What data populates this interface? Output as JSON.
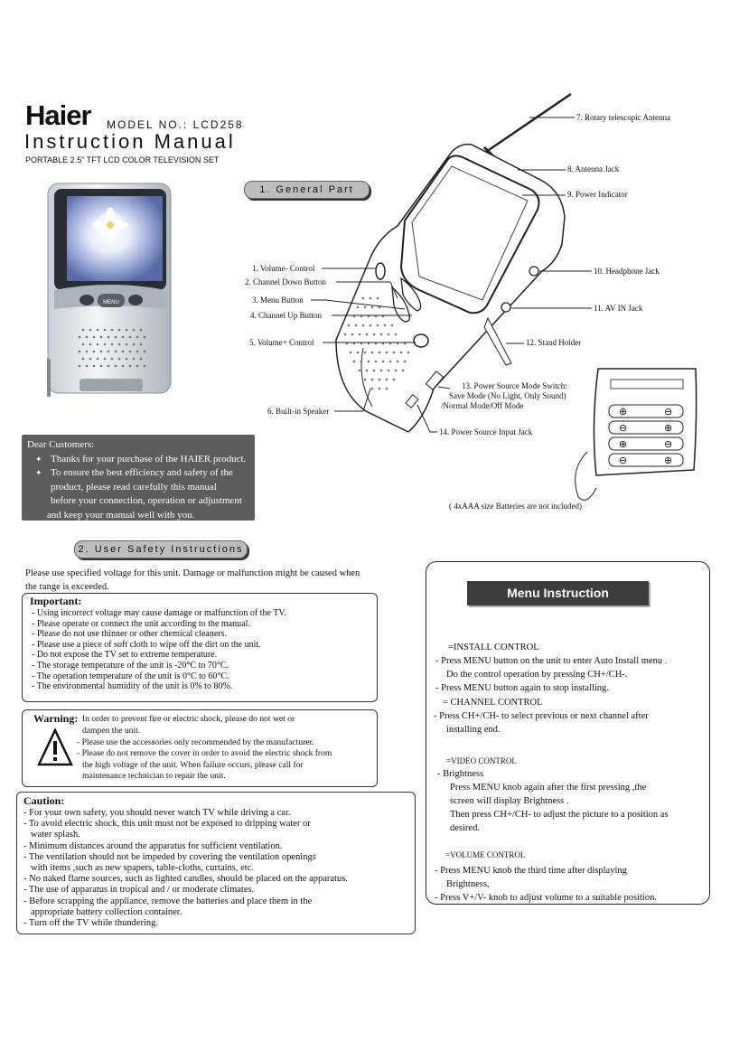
{
  "header": {
    "brand": "Haier",
    "model": "MODEL NO.: LCD258",
    "title": "Instruction Manual",
    "subtitle": "PORTABLE 2.5\" TFT LCD COLOR TELEVISION SET"
  },
  "sections": {
    "general": "1. General Part",
    "safety": "2. User Safety Instructions"
  },
  "device_photo": {
    "menu_label": "MENU"
  },
  "dear": {
    "heading": "Dear Customers:",
    "line1": "Thanks for your purchase of the HAIER product.",
    "line2": "To ensure the best efficiency and safety of the",
    "line3": "product, please read carefully this manual",
    "line4": "before your connection, operation or adjustment",
    "line5": "and keep your manual well with you."
  },
  "labels": {
    "l1": "1. Volume- Control",
    "l2": "2. Channel Down Button",
    "l3": "3. Menu Button",
    "l4": "4. Channel Up Button",
    "l5": "5. Volume+ Control",
    "l6": "6. Built-in Speaker",
    "l7": "7. Rotary telescopic Antenna",
    "l8": "8. Antenna Jack",
    "l9": "9. Power Indicator",
    "l10": "10. Headphone Jack",
    "l11": "11. AV IN Jack",
    "l12": "12. Stand Holder",
    "l13a": "13. Power Source Mode Switch:",
    "l13b": "Save Mode (No Light, Only Sound)",
    "l13c": "/Normal Mode/Off Mode",
    "l14": "14. Power Source Input Jack",
    "battery_note": "( 4xAAA size Batteries are not included)"
  },
  "safety": {
    "intro1": "Please use specified voltage for this unit. Damage or malfunction might be caused when",
    "intro2": "the range is exceeded.",
    "important": {
      "heading": "Important:",
      "items": [
        "- Using incorrect voltage may cause damage or malfunction of the TV.",
        "- Please operate or connect the unit according to the manual.",
        "- Please do not use thinner or other chemical cleaners.",
        "- Please use a piece of soft cloth to wipe off the dirt on the unit.",
        "- Do not expose the TV set to extreme temperature.",
        "- The storage temperature of the unit is -20°C to 70°C.",
        "- The operation temperature of the unit is 0°C to 60°C.",
        "- The environmental humidity of the unit is 0% to 80%."
      ]
    },
    "warning": {
      "heading": "Warning:",
      "lines": [
        "In order to prevent fire or electric shock, please do not wet or",
        "dampen the unit.",
        "- Please use the accessories only recommended by the manufacturer.",
        "- Please do not remove the cover in order to avoid the electric shock from",
        "the high voltage of the unit. When failure occurs, please call for",
        "maintenance technician to repair the unit."
      ]
    },
    "caution": {
      "heading": "Caution:",
      "items": [
        "- For your own safety, you should never watch TV while driving a car.",
        "- To avoid electric shock, this unit must not be exposed to dripping water or",
        "   water splash.",
        "- Minimum distances around the apparatus for sufficient ventilation.",
        "- The ventilation should not be impeded by covering the ventilation openings",
        "   with items ,such as new spapers, table-cloths, curtains, etc.",
        "- No naked flame sources, such as lighted candles, should be placed on the apparatus.",
        "- The use of apparatus in tropical and / or moderate climates.",
        "- Before scrapping the appliance, remove the batteries and place them in the",
        "   appropriate battery collection container.",
        "- Turn off the TV while thundering."
      ]
    }
  },
  "menu": {
    "title": "Menu Instruction",
    "install_h": "=INSTALL CONTROL",
    "install_1": "- Press MENU button on the unit to enter Auto Install menu .",
    "install_2": "Do the control operation by pressing CH+/CH-.",
    "install_3": "- Press MENU button again to stop installing.",
    "channel_h": "= CHANNEL CONTROL",
    "channel_1": "- Press CH+/CH- to select previous or next channel after",
    "channel_2": "installing end.",
    "video_h": "=VIDEO CONTROL",
    "video_1": "- Brightness",
    "video_2": "Press MENU knob again after the first pressing ,the",
    "video_3": "screen will display Brightness .",
    "video_4": "Then press CH+/CH- to adjust the picture to a position as",
    "video_5": "desired.",
    "volume_h": "=VOLUME CONTROL",
    "volume_1": "- Press MENU knob the third time after displaying",
    "volume_2": "Brightness,",
    "volume_3": "- Press V+/V- knob to adjust volume to a suitable position."
  }
}
